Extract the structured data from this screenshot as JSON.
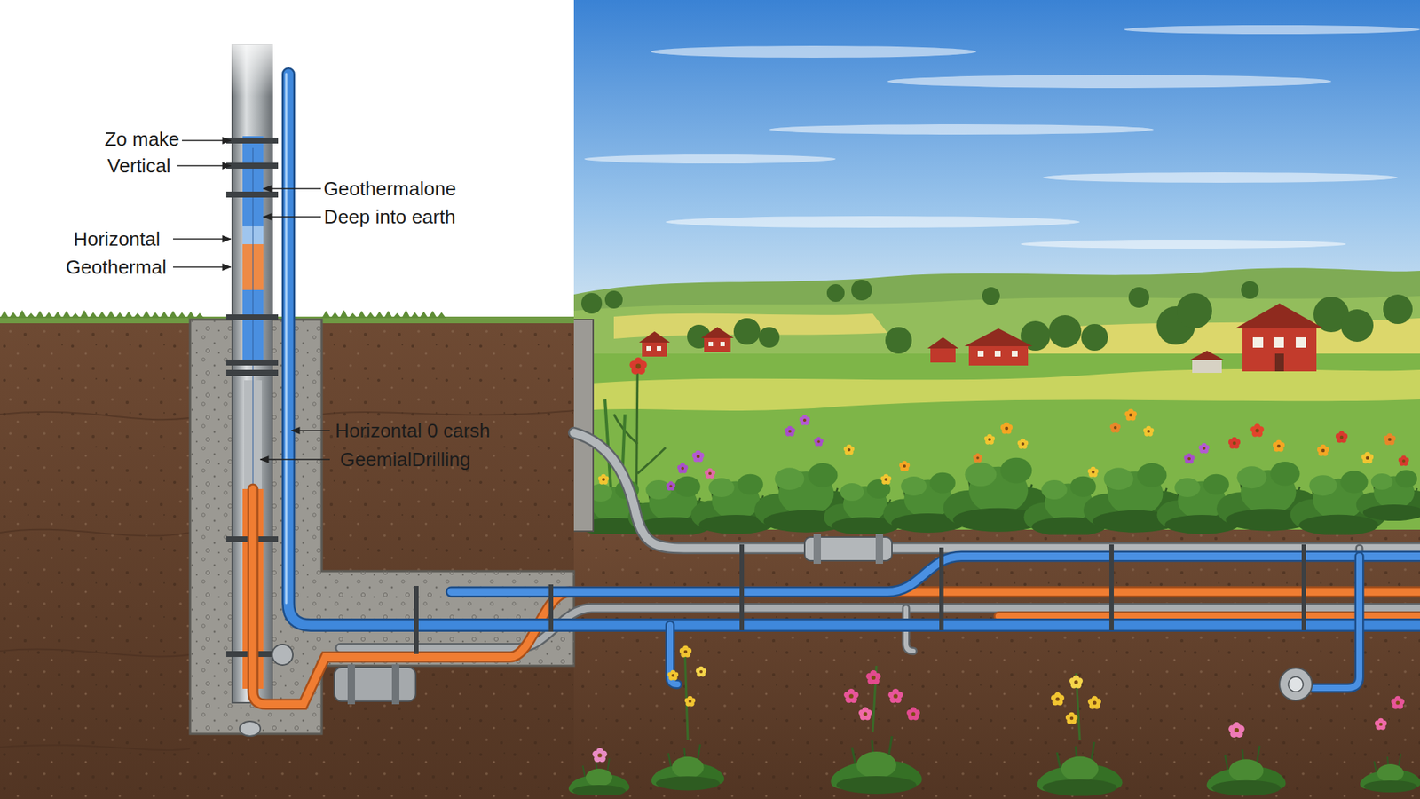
{
  "diagram": {
    "labels": [
      "Zo make",
      "Vertical",
      "Geothermalone",
      "Deep into earth",
      "Horizontal",
      "Geothermal",
      "Horizontal 0 carsh",
      "GeemialDrilling"
    ]
  }
}
